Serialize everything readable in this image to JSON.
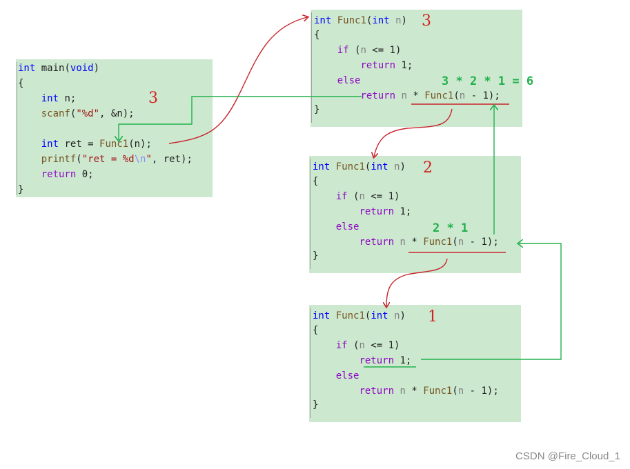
{
  "main_block": {
    "lines": [
      "int main(void)",
      "{",
      "    int n;",
      "    scanf(\"%d\", &n);",
      "",
      "    int ret = Func1(n);",
      "    printf(\"ret = %d\\n\", ret);",
      "    return 0;",
      "}"
    ],
    "annotation": "3"
  },
  "func_blocks": [
    {
      "lines": [
        "int Func1(int n)",
        "{",
        "    if (n <= 1)",
        "        return 1;",
        "    else",
        "        return n * Func1(n - 1);",
        "}"
      ],
      "depth_label": "3",
      "result_label": "3 * 2 * 1 = 6"
    },
    {
      "lines": [
        "int Func1(int n)",
        "{",
        "    if (n <= 1)",
        "        return 1;",
        "    else",
        "        return n * Func1(n - 1);",
        "}"
      ],
      "depth_label": "2",
      "result_label": "2 * 1"
    },
    {
      "lines": [
        "int Func1(int n)",
        "{",
        "    if (n <= 1)",
        "        return 1;",
        "    else",
        "        return n * Func1(n - 1);",
        "}"
      ],
      "depth_label": "1",
      "result_label": ""
    }
  ],
  "colors": {
    "call_arrow": "#c8242b",
    "return_arrow": "#22b14c",
    "code_bg": "#cce8cf"
  },
  "watermark": "CSDN @Fire_Cloud_1"
}
